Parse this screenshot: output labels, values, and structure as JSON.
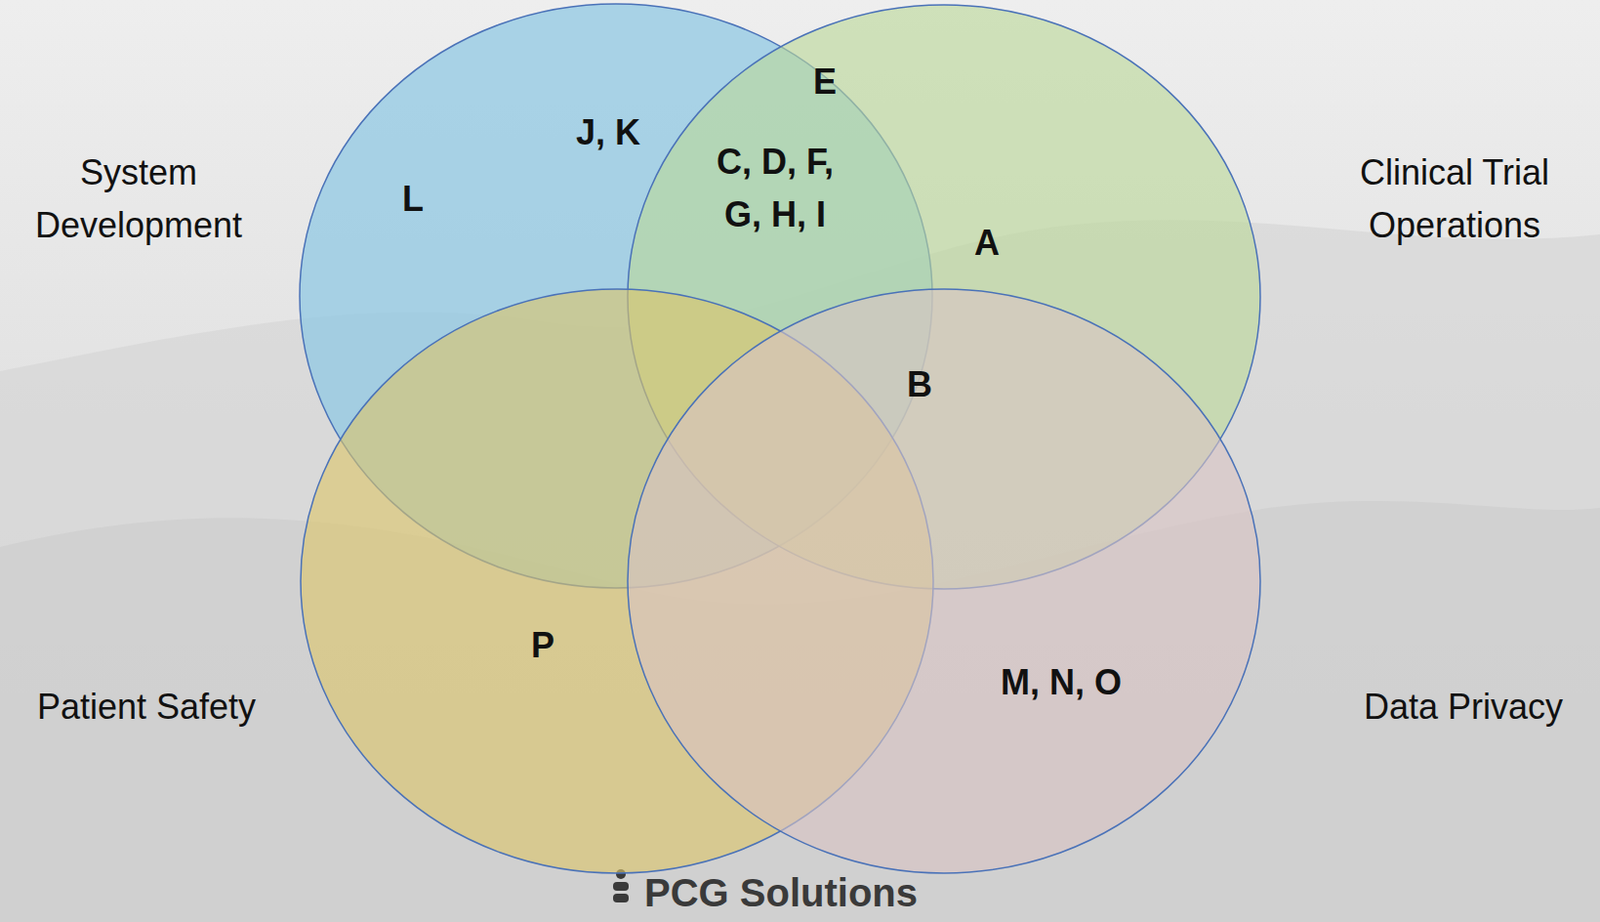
{
  "diagram": {
    "nodes": [
      {
        "text": [
          "System Development"
        ]
      },
      {
        "text": [
          "Clinical Trial Operations"
        ]
      },
      {
        "text": [
          "Patient Safety"
        ]
      },
      {
        "text": [
          "Data Privacy"
        ]
      }
    ],
    "labels": [
      "J, K",
      "L",
      "E",
      "C, D, F, G, H, I",
      "A",
      "B",
      "P",
      "M, N, O",
      "PCG Solutions"
    ]
  }
}
